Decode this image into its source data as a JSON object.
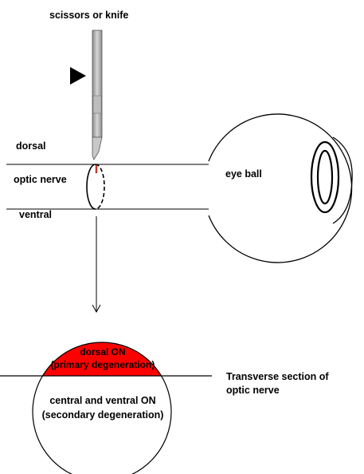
{
  "labels": {
    "tool": "scissors or knife",
    "dorsal": "dorsal",
    "optic_nerve": "optic nerve",
    "ventral": "ventral",
    "eye_ball": "eye ball",
    "section_title_line1": "Transverse section of",
    "section_title_line2": "optic nerve",
    "dorsal_region_line1": "dorsal ON",
    "dorsal_region_line2": "(primary degeneration)",
    "ventral_region_line1": "central and ventral ON",
    "ventral_region_line2": "(secondary degeneration)"
  },
  "colors": {
    "primary_degeneration": "#ff0000",
    "cut_mark": "#c0392b",
    "stroke": "#000000",
    "blade": "#a9a9a9"
  },
  "icons": {
    "pointer": "black-triangle-pointer",
    "tool": "scalpel-icon"
  }
}
